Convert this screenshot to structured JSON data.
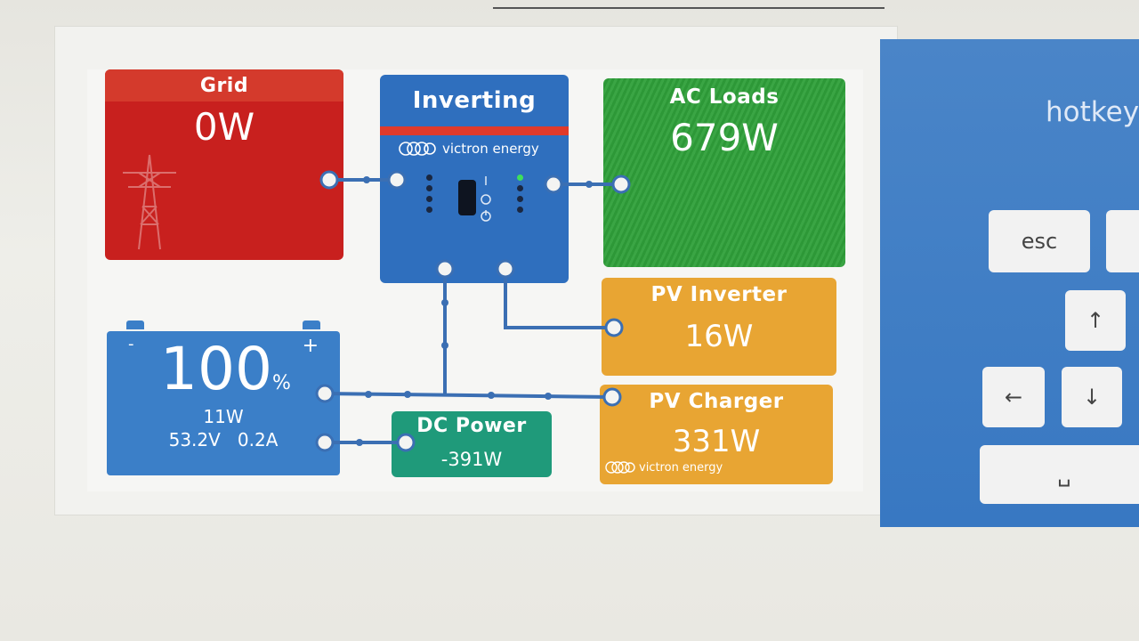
{
  "grid": {
    "title": "Grid",
    "value": "0W"
  },
  "inverter": {
    "title": "Inverting",
    "brand": "victron energy"
  },
  "ac_loads": {
    "title": "AC Loads",
    "value": "679W"
  },
  "pv_inverter": {
    "title": "PV Inverter",
    "value": "16W"
  },
  "pv_charger": {
    "title": "PV Charger",
    "value": "331W",
    "brand": "victron energy"
  },
  "battery": {
    "soc": "100",
    "soc_unit": "%",
    "power": "11W",
    "voltage": "53.2V",
    "current": "0.2A",
    "minus": "-",
    "plus": "+"
  },
  "dc_power": {
    "title": "DC Power",
    "value": "-391W"
  },
  "keyboard": {
    "title": "hotkey",
    "esc": "esc",
    "up": "↑",
    "left": "←",
    "down": "↓",
    "space": "␣"
  },
  "colors": {
    "grid": "#c8201e",
    "inverter": "#2f6fbe",
    "ac": "#2fa03a",
    "pv": "#e8a533",
    "battery": "#3b7fc8",
    "dc": "#1f9a7a"
  }
}
